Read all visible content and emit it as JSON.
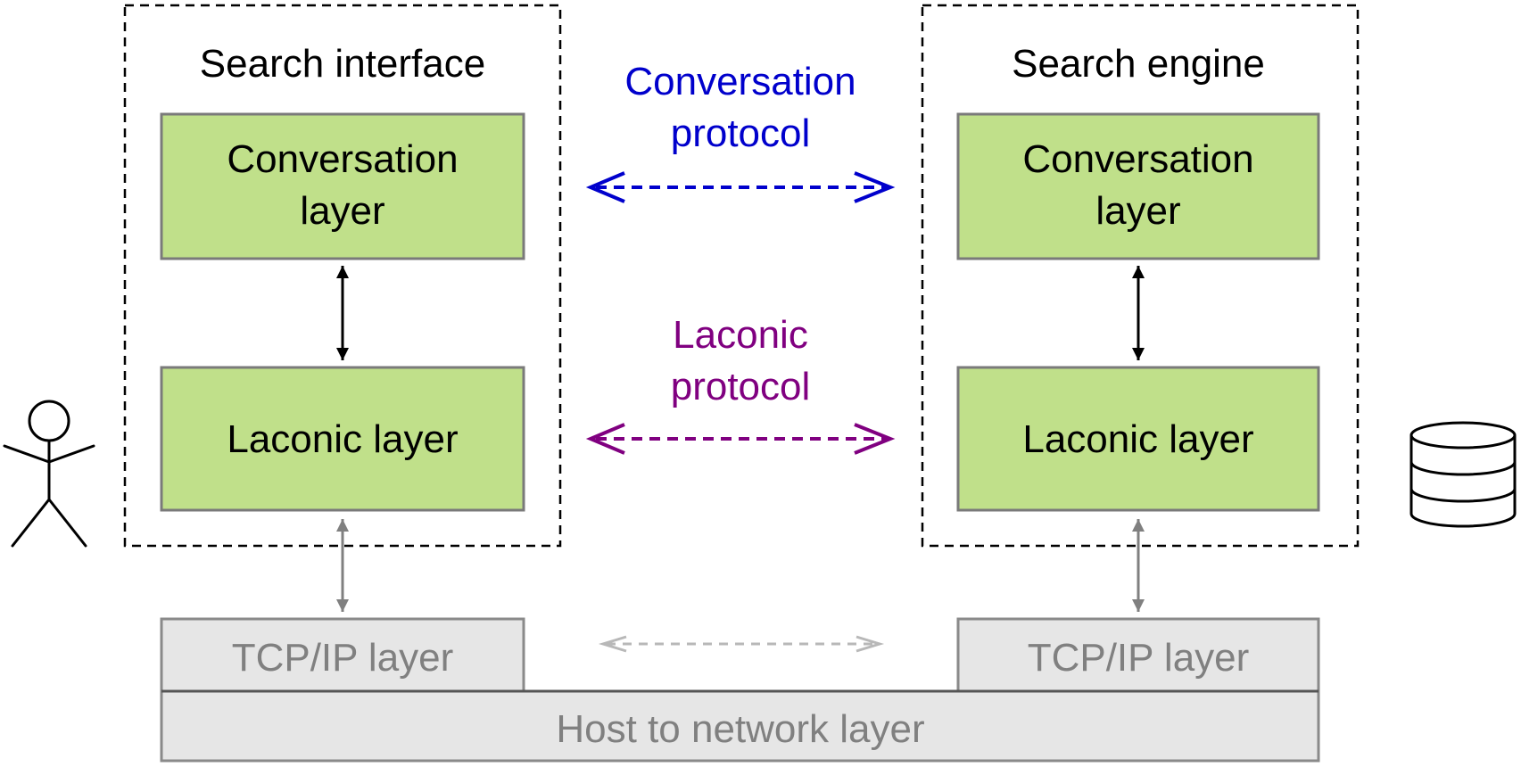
{
  "left_group": {
    "title": "Search interface",
    "conversation_layer": [
      "Conversation",
      "layer"
    ],
    "laconic_layer": "Laconic layer",
    "tcp_layer": "TCP/IP layer"
  },
  "right_group": {
    "title": "Search engine",
    "conversation_layer": [
      "Conversation",
      "layer"
    ],
    "laconic_layer": "Laconic layer",
    "tcp_layer": "TCP/IP layer"
  },
  "protocols": {
    "conversation": [
      "Conversation",
      "protocol"
    ],
    "laconic": [
      "Laconic",
      "protocol"
    ]
  },
  "host_layer": "Host to network layer",
  "icons": {
    "user": "stick-figure-user-icon",
    "database": "database-cylinder-icon"
  },
  "colors": {
    "layer_fill": "#c0e08a",
    "layer_stroke": "#7a7a7a",
    "network_fill": "#e6e6e6",
    "network_text": "#808080",
    "conversation_protocol": "#0000cc",
    "laconic_protocol": "#800080",
    "tcp_protocol_arrow": "#b8b8b8",
    "vertical_arrow_dark": "#000000",
    "vertical_arrow_grey": "#808080"
  }
}
